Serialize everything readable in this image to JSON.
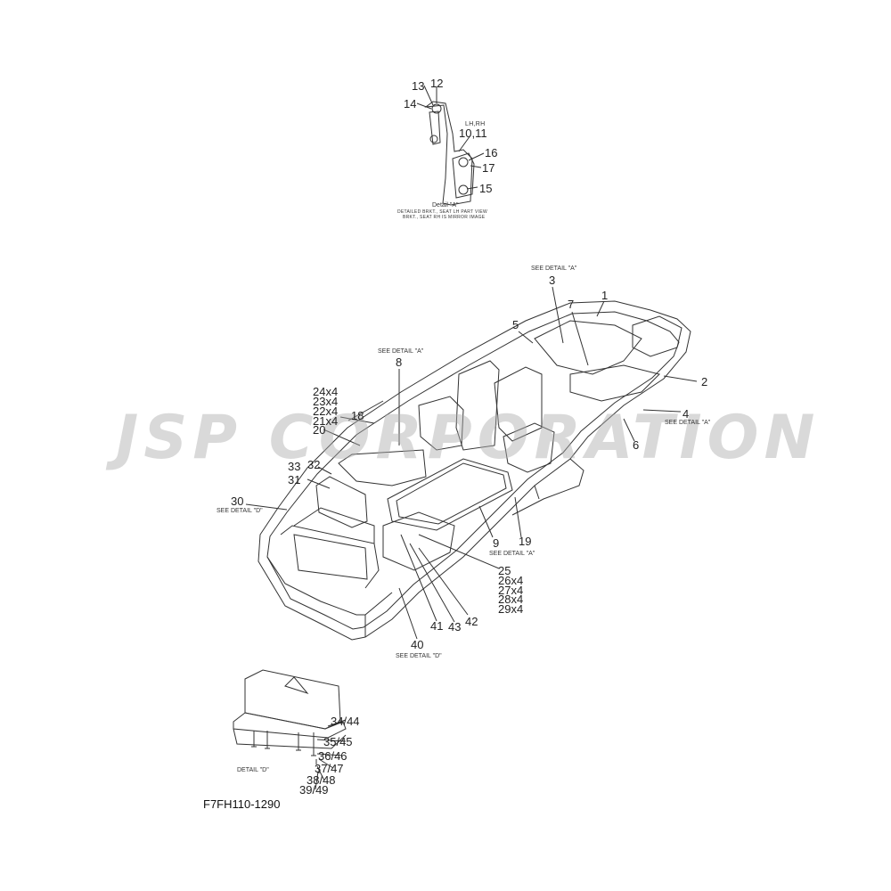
{
  "watermark": {
    "text": "JSP CORPORATION"
  },
  "part_number": "F7FH110-1290",
  "detail_a": {
    "title": "Detail \"A\"",
    "note_line1": "DETAILED BRKT., SEAT LH PART VIEW",
    "note_line2": "BRKT., SEAT RH IS MIRROR IMAGE",
    "side_label": "LH,RH",
    "callouts": [
      "13",
      "12",
      "14",
      "10,11",
      "16",
      "17",
      "15"
    ]
  },
  "main_view": {
    "see_detail_a": "SEE DETAIL \"A\"",
    "see_detail_d": "SEE DETAIL \"D\"",
    "callouts": {
      "c3": "3",
      "c1": "1",
      "c5": "5",
      "c7": "7",
      "c8": "8",
      "c2": "2",
      "c4": "4",
      "c6": "6",
      "c24": "24x4",
      "c23": "23x4",
      "c22": "22x4",
      "c21": "21x4",
      "c18": "18",
      "c20": "20",
      "c33": "33",
      "c32": "32",
      "c31": "31",
      "c30": "30",
      "c9": "9",
      "c19": "19",
      "c25": "25",
      "c26": "26x4",
      "c27": "27x4",
      "c28": "28x4",
      "c29": "29x4",
      "c41": "41",
      "c43": "43",
      "c42": "42",
      "c40": "40"
    }
  },
  "detail_d": {
    "title": "DETAIL \"D\"",
    "callouts": [
      "34/44",
      "35/45",
      "36/46",
      "37/47",
      "38/48",
      "39/49"
    ]
  },
  "colors": {
    "line": "#333333",
    "watermark": "#aaaaaa"
  }
}
